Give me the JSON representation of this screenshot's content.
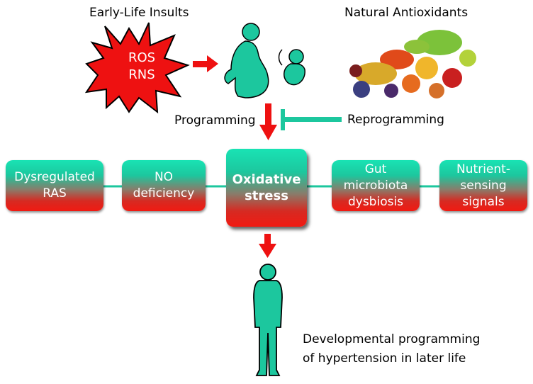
{
  "headers": {
    "early_life": "Early-Life Insults",
    "antioxidants": "Natural Antioxidants"
  },
  "starburst": {
    "line1": "ROS",
    "line2": "RNS"
  },
  "labels": {
    "programming": "Programming",
    "reprogramming": "Reprogramming"
  },
  "mechanisms": [
    {
      "line1": "Dysregulated",
      "line2": "RAS"
    },
    {
      "line1": "NO",
      "line2": "deficiency"
    },
    {
      "line1": "Oxidative",
      "line2": "stress"
    },
    {
      "line1": "Gut",
      "line2": "microbiota",
      "line3": "dysbiosis"
    },
    {
      "line1": "Nutrient-",
      "line2": "sensing",
      "line3": "signals"
    }
  ],
  "outcome": {
    "line1": "Developmental programming",
    "line2": "of hypertension in later life"
  },
  "colors": {
    "teal": "#1cc79e",
    "red": "#f11a12",
    "arrow_red": "#ee1111"
  }
}
